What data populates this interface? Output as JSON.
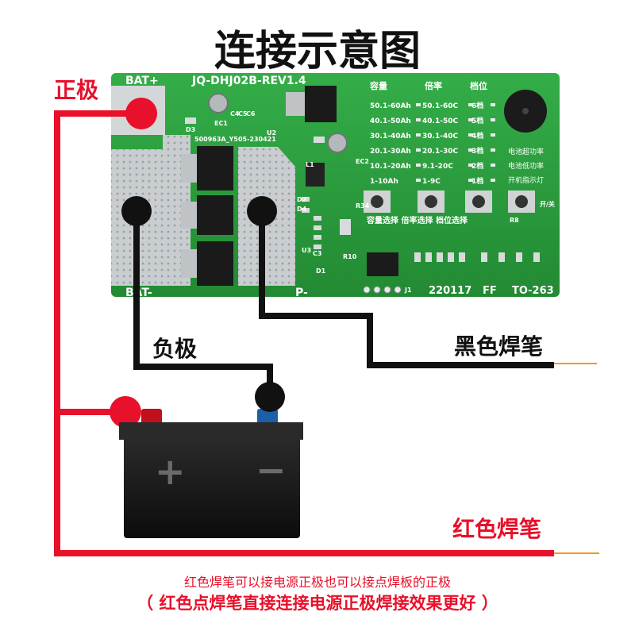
{
  "title": "连接示意图",
  "labels": {
    "positive_top": "正极",
    "negative": "负极",
    "black_pen": "黑色焊笔",
    "red_pen": "红色焊笔"
  },
  "notes": {
    "line1": "红色焊笔可以接电源正极也可以接点焊板的正极",
    "line2": "（ 红色点焊笔直接连接电源正极焊接效果更好 ）"
  },
  "board": {
    "bat_plus": "BAT+",
    "model": "JQ-DHJ02B-REV1.4",
    "bat_minus": "BAT-",
    "p_minus": "P-",
    "serial": "500963A_Y505-230421",
    "footer": [
      "220117",
      "FF",
      "TO-263"
    ],
    "table_headers": [
      "容量",
      "倍率",
      "档位"
    ],
    "capacity": [
      "50.1-60Ah",
      "40.1-50Ah",
      "30.1-40Ah",
      "20.1-30Ah",
      "10.1-20Ah",
      "1-10Ah"
    ],
    "rate": [
      "50.1-60C",
      "40.1-50C",
      "30.1-40C",
      "20.1-30C",
      "9.1-20C",
      "1-9C"
    ],
    "gear": [
      "6档",
      "5档",
      "4档",
      "3档",
      "2档",
      "1档"
    ],
    "status": [
      "电池超功率",
      "电池低功率",
      "开机指示灯"
    ],
    "switch": "开/关",
    "buttons": "容量选择 倍率选择 档位选择",
    "silk": [
      "D3",
      "EC1",
      "C4",
      "C5",
      "C6",
      "U2",
      "L1",
      "EC2",
      "D2",
      "D4",
      "R34",
      "U3",
      "D1",
      "J1",
      "R8",
      "R10",
      "C3"
    ]
  },
  "battery": {
    "plus": "+",
    "minus": "−"
  },
  "colors": {
    "red_wire": "#e8102a",
    "black_wire": "#111111",
    "pcb_green": "#2a9a3c",
    "orange_lead": "#f29a1f"
  }
}
